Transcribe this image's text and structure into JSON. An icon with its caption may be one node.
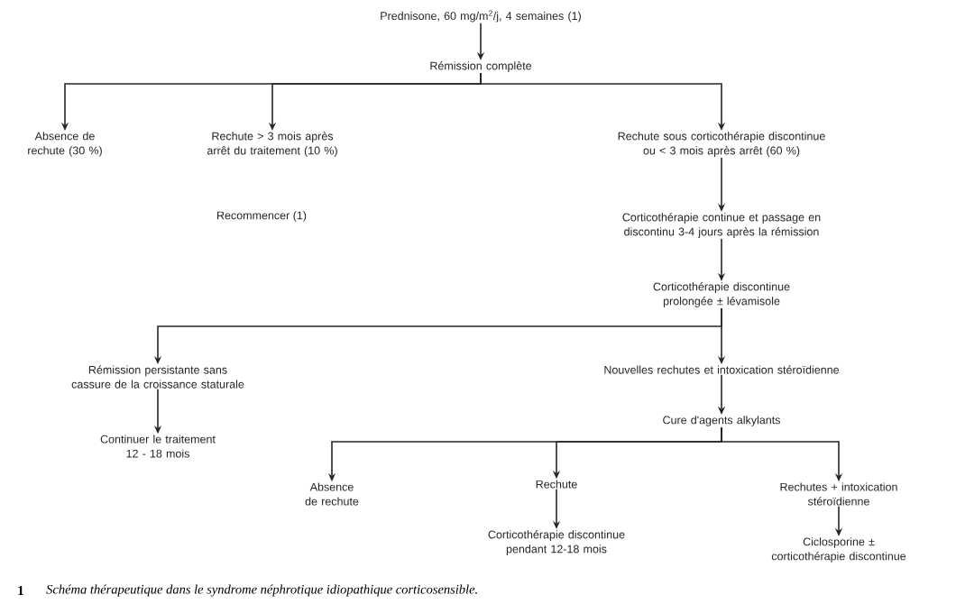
{
  "diagram": {
    "caption": "Schéma thérapeutique dans le syndrome néphrotique idiopathique corticosensible.",
    "nodes": [
      {
        "text": [
          "Prednisone, 60 mg/m$^{2}$/j, 4 semaines (1)"
        ]
      },
      {
        "text": [
          "Rémission complète"
        ]
      },
      {
        "text": [
          "Absence de rechute (30 %)"
        ]
      },
      {
        "text": [
          "Rechute > 3 mois après arrêt du traitement (10 %)"
        ]
      },
      {
        "text": [
          "Rechute sous corticothérapie discontinue ou < 3 mois après arrêt (60 %)"
        ]
      },
      {
        "text": [
          "Corticothérapie continue et passage en discontinu 3-4 jours après la rémission"
        ]
      },
      {
        "text": [
          "Corticothérapie discontinue prolongée ± lévamisole"
        ]
      },
      {
        "text": [
          "Rémission persistante sans cassure de la croissance staturale"
        ]
      },
      {
        "text": [
          "Nouvelles rechutes et intoxication stéroïdienne"
        ]
      },
      {
        "text": [
          "Continuer le traitement 12 - 18 mois"
        ]
      },
      {
        "text": [
          "Cure d'agents alkylants"
        ]
      },
      {
        "text": [
          "Absence de rechute"
        ]
      },
      {
        "text": [
          "Rechute"
        ]
      },
      {
        "text": [
          "Rechutes + intoxication stéroïdienne"
        ]
      },
      {
        "text": [
          "Corticothérapie discontinue pendant 12-18 mois"
        ]
      },
      {
        "text": [
          "Ciclosporine ± corticothérapie discontinue"
        ]
      }
    ],
    "edges": [
      {
        "from": 0,
        "to": 1,
        "arrow": "to"
      },
      {
        "from": 1,
        "to": 2,
        "arrow": "to"
      },
      {
        "from": 1,
        "to": 3,
        "arrow": "to"
      },
      {
        "from": 1,
        "to": 4,
        "arrow": "to"
      },
      {
        "from": 4,
        "to": 5,
        "arrow": "to"
      },
      {
        "from": 5,
        "to": 6,
        "arrow": "to"
      },
      {
        "from": 6,
        "to": 7,
        "arrow": "to"
      },
      {
        "from": 6,
        "to": 8,
        "arrow": "to"
      },
      {
        "from": 7,
        "to": 9,
        "arrow": "to"
      },
      {
        "from": 8,
        "to": 10,
        "arrow": "to"
      },
      {
        "from": 10,
        "to": 11,
        "arrow": "to"
      },
      {
        "from": 10,
        "to": 12,
        "arrow": "to"
      },
      {
        "from": 10,
        "to": 13,
        "arrow": "to"
      },
      {
        "from": 12,
        "to": 14,
        "arrow": "to"
      },
      {
        "from": 13,
        "to": 15,
        "arrow": "to"
      }
    ],
    "labels": [
      "Recommencer (1)",
      "1"
    ]
  }
}
